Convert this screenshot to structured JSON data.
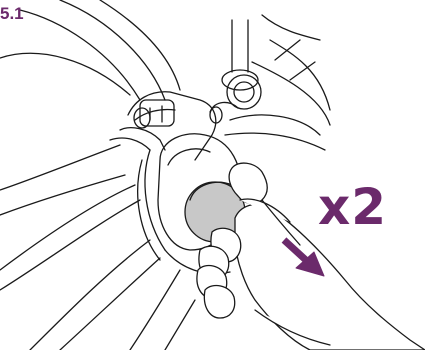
{
  "step_label": "5.1",
  "repeat_label": "x2",
  "colors": {
    "accent": "#6b2a6b",
    "line": "#1a1a1a",
    "cover_fill": "#c8c8c8"
  },
  "icons": [
    "arrow-down-right-icon",
    "pushing-hand"
  ]
}
